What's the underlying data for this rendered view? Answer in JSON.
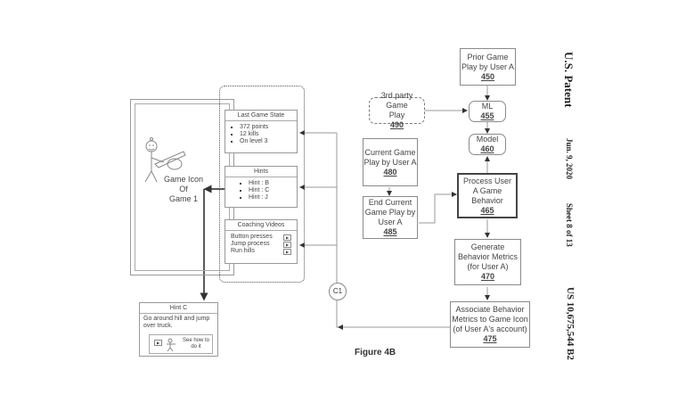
{
  "figure": {
    "caption": "Figure 4B",
    "connector_label": "C1"
  },
  "header": {
    "publisher": "U.S. Patent",
    "date": "Jun. 9, 2020",
    "sheet": "Sheet 8 of 13",
    "patent_number": "US 10,675,544 B2"
  },
  "game_icon": {
    "label_line1": "Game Icon",
    "label_line2": "Of",
    "label_line3": "Game 1",
    "figure_icon": "stick-figure-with-guitar"
  },
  "panels": {
    "last_game_state": {
      "title": "Last Game State",
      "items": [
        "372 points",
        "12 kills",
        "On level 3"
      ]
    },
    "hints": {
      "title": "Hints",
      "items": [
        "Hint : B",
        "Hint : C",
        "Hint : J"
      ]
    },
    "coaching_videos": {
      "title": "Coaching Videos",
      "items": [
        "Button presses",
        "Jump process",
        "Run hills"
      ],
      "item_icon": "play-icon"
    }
  },
  "hint_popup": {
    "title": "Hint C",
    "text": "Go around hill and jump over truck.",
    "video_caption": "See how to do it",
    "video_icon": "play-icon"
  },
  "flow": {
    "prior_game_play": {
      "line1": "Prior Game",
      "line2": "Play by User A",
      "ref": "450"
    },
    "third_party": {
      "line1": "3rd party Game",
      "line2": "Play",
      "ref": "490"
    },
    "ml": {
      "line1": "ML",
      "ref": "455"
    },
    "model": {
      "line1": "Model",
      "ref": "460"
    },
    "current_game_play": {
      "line1": "Current Game",
      "line2": "Play by User A",
      "ref": "480"
    },
    "end_current": {
      "line1": "End Current",
      "line2": "Game Play by",
      "line3": "User A",
      "ref": "485"
    },
    "process": {
      "line1": "Process User",
      "line2": "A Game",
      "line3": "Behavior",
      "ref": "465"
    },
    "generate": {
      "line1": "Generate",
      "line2": "Behavior Metrics",
      "line3": "(for User A)",
      "ref": "470"
    },
    "associate": {
      "line1": "Associate Behavior",
      "line2": "Metrics to Game Icon",
      "line3": "(of User A's account)",
      "ref": "475"
    }
  }
}
